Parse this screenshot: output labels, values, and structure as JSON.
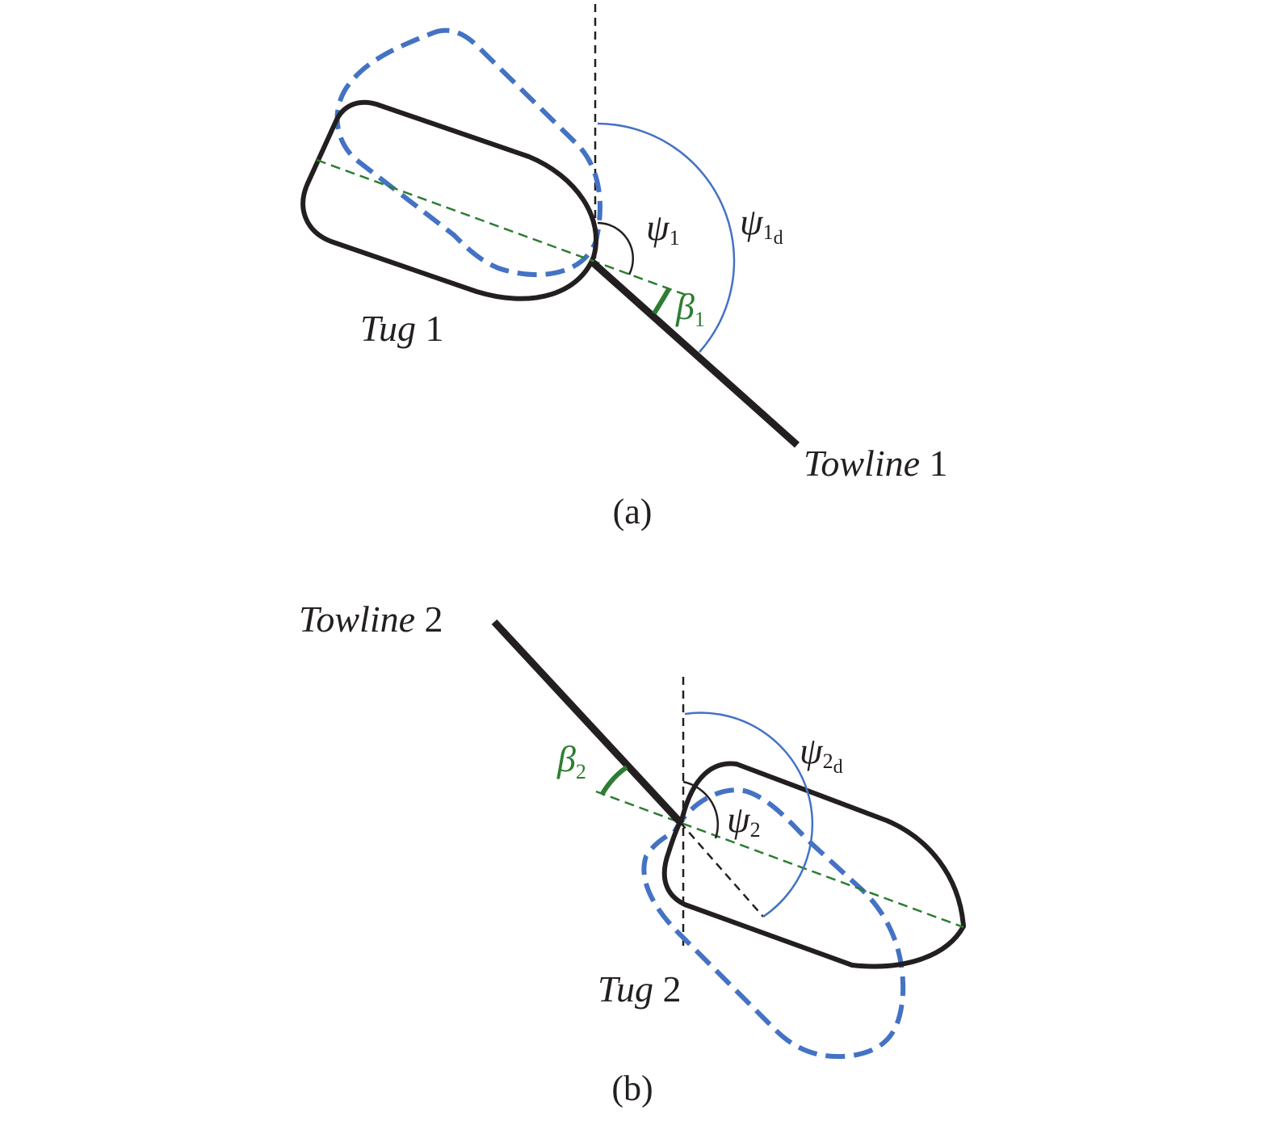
{
  "panel_a": {
    "caption": "(a)",
    "tug_label": {
      "name": "Tug",
      "num": "1"
    },
    "towline_label": {
      "name": "Towline",
      "num": "1"
    },
    "psi": {
      "symbol": "ψ",
      "sub": "1"
    },
    "psi_d": {
      "symbol": "ψ",
      "sub": "1",
      "subsub": "d"
    },
    "beta": {
      "symbol": "β",
      "sub": "1"
    }
  },
  "panel_b": {
    "caption": "(b)",
    "tug_label": {
      "name": "Tug",
      "num": "2"
    },
    "towline_label": {
      "name": "Towline",
      "num": "2"
    },
    "psi": {
      "symbol": "ψ",
      "sub": "2"
    },
    "psi_d": {
      "symbol": "ψ",
      "sub": "2",
      "subsub": "d"
    },
    "beta": {
      "symbol": "β",
      "sub": "2"
    }
  },
  "colors": {
    "outline": "#231f20",
    "desired_heading": "#4472c4",
    "centerline": "#2e7d32",
    "beta_arc": "#2e7d32"
  }
}
